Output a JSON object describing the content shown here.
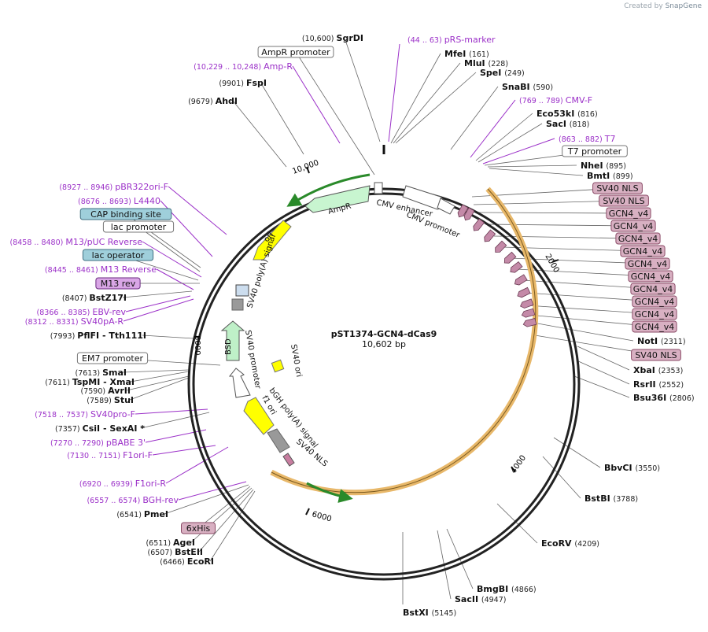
{
  "credit": {
    "prefix": "Created by",
    "brand": "SnapGene"
  },
  "plasmid": {
    "name": "pST1374-GCN4-dCas9",
    "size": "10,602 bp"
  },
  "colors": {
    "primer": "#9b30c8",
    "feature_pink": "#d8b0c2",
    "feature_blue": "#9fcfdb",
    "m13rev": "#d9a6e6",
    "arrow_green": "#bff0c8",
    "ori_yellow": "#ffff00",
    "cds_orange": "#f0c070",
    "gray_box": "#999999"
  },
  "ticks": [
    {
      "label": "10,000"
    },
    {
      "label": "2000"
    },
    {
      "label": "4000"
    },
    {
      "label": "6000"
    },
    {
      "label": "8000"
    }
  ],
  "inner_labels": [
    {
      "text": "AmpR"
    },
    {
      "text": "CMV enhancer"
    },
    {
      "text": "CMV promoter"
    },
    {
      "text": "ori"
    },
    {
      "text": "SV40 poly(A) signal"
    },
    {
      "text": "BSD"
    },
    {
      "text": "SV40 promoter"
    },
    {
      "text": "SV40 ori"
    },
    {
      "text": "f1 ori"
    },
    {
      "text": "bGH poly(A) signal"
    },
    {
      "text": "SV40 NLS"
    }
  ],
  "labels": [
    {
      "kind": "site",
      "name": "SgrDI",
      "pos": "(10,600)"
    },
    {
      "kind": "primer",
      "name": "pRS-marker",
      "pos": "(44 .. 63)"
    },
    {
      "kind": "box",
      "name": "AmpR promoter"
    },
    {
      "kind": "site",
      "name": "MfeI",
      "pos": "(161)"
    },
    {
      "kind": "site",
      "name": "MluI",
      "pos": "(228)"
    },
    {
      "kind": "primer",
      "name": "Amp-R",
      "pos": "(10,229 .. 10,248)"
    },
    {
      "kind": "site",
      "name": "SpeI",
      "pos": "(249)"
    },
    {
      "kind": "site",
      "name": "FspI",
      "pos": "(9901)"
    },
    {
      "kind": "site",
      "name": "SnaBI",
      "pos": "(590)"
    },
    {
      "kind": "site",
      "name": "AhdI",
      "pos": "(9679)"
    },
    {
      "kind": "primer",
      "name": "CMV-F",
      "pos": "(769 .. 789)"
    },
    {
      "kind": "site",
      "name": "Eco53kI",
      "pos": "(816)"
    },
    {
      "kind": "site",
      "name": "SacI",
      "pos": "(818)"
    },
    {
      "kind": "primer",
      "name": "T7",
      "pos": "(863 .. 882)"
    },
    {
      "kind": "box",
      "name": "T7 promoter"
    },
    {
      "kind": "site",
      "name": "NheI",
      "pos": "(895)"
    },
    {
      "kind": "site",
      "name": "BmtI",
      "pos": "(899)"
    },
    {
      "kind": "primer",
      "name": "pBR322ori-F",
      "pos": "(8927 .. 8946)"
    },
    {
      "kind": "pink",
      "name": "SV40 NLS"
    },
    {
      "kind": "primer",
      "name": "L4440",
      "pos": "(8676 .. 8693)"
    },
    {
      "kind": "pink",
      "name": "SV40 NLS"
    },
    {
      "kind": "blue",
      "name": "CAP binding site"
    },
    {
      "kind": "pink",
      "name": "GCN4_v4"
    },
    {
      "kind": "box",
      "name": "lac promoter"
    },
    {
      "kind": "pink",
      "name": "GCN4_v4"
    },
    {
      "kind": "primer",
      "name": "M13/pUC Reverse",
      "pos": "(8458 .. 8480)"
    },
    {
      "kind": "pink",
      "name": "GCN4_v4"
    },
    {
      "kind": "blue",
      "name": "lac operator"
    },
    {
      "kind": "pink",
      "name": "GCN4_v4"
    },
    {
      "kind": "primer",
      "name": "M13 Reverse",
      "pos": "(8445 .. 8461)"
    },
    {
      "kind": "pink",
      "name": "GCN4_v4"
    },
    {
      "kind": "m13",
      "name": "M13 rev"
    },
    {
      "kind": "pink",
      "name": "GCN4_v4"
    },
    {
      "kind": "site",
      "name": "BstZ17I",
      "pos": "(8407)"
    },
    {
      "kind": "pink",
      "name": "GCN4_v4"
    },
    {
      "kind": "primer",
      "name": "EBV-rev",
      "pos": "(8366 .. 8385)"
    },
    {
      "kind": "pink",
      "name": "GCN4_v4"
    },
    {
      "kind": "primer",
      "name": "SV40pA-R",
      "pos": "(8312 .. 8331)"
    },
    {
      "kind": "pink",
      "name": "GCN4_v4"
    },
    {
      "kind": "site",
      "name": "PflFI - Tth111I",
      "pos": "(7993)"
    },
    {
      "kind": "pink",
      "name": "GCN4_v4"
    },
    {
      "kind": "site",
      "name": "NotI",
      "pos": "(2311)"
    },
    {
      "kind": "pink",
      "name": "SV40 NLS"
    },
    {
      "kind": "box",
      "name": "EM7 promoter"
    },
    {
      "kind": "site",
      "name": "XbaI",
      "pos": "(2353)"
    },
    {
      "kind": "site",
      "name": "SmaI",
      "pos": "(7613)"
    },
    {
      "kind": "site",
      "name": "TspMI - XmaI",
      "pos": "(7611)"
    },
    {
      "kind": "site",
      "name": "RsrII",
      "pos": "(2552)"
    },
    {
      "kind": "site",
      "name": "AvrII",
      "pos": "(7590)"
    },
    {
      "kind": "site",
      "name": "Bsu36I",
      "pos": "(2806)"
    },
    {
      "kind": "site",
      "name": "StuI",
      "pos": "(7589)"
    },
    {
      "kind": "primer",
      "name": "SV40pro-F",
      "pos": "(7518 .. 7537)"
    },
    {
      "kind": "site",
      "name": "CsiI - SexAI *",
      "pos": "(7357)"
    },
    {
      "kind": "primer",
      "name": "pBABE 3'",
      "pos": "(7270 .. 7290)"
    },
    {
      "kind": "primer",
      "name": "F1ori-F",
      "pos": "(7130 .. 7151)"
    },
    {
      "kind": "site",
      "name": "BbvCI",
      "pos": "(3550)"
    },
    {
      "kind": "primer",
      "name": "F1ori-R",
      "pos": "(6920 .. 6939)"
    },
    {
      "kind": "site",
      "name": "BstBI",
      "pos": "(3788)"
    },
    {
      "kind": "primer",
      "name": "BGH-rev",
      "pos": "(6557 .. 6574)"
    },
    {
      "kind": "site",
      "name": "PmeI",
      "pos": "(6541)"
    },
    {
      "kind": "pink",
      "name": "6xHis"
    },
    {
      "kind": "site",
      "name": "EcoRV",
      "pos": "(4209)"
    },
    {
      "kind": "site",
      "name": "AgeI",
      "pos": "(6511)"
    },
    {
      "kind": "site",
      "name": "BstEII",
      "pos": "(6507)"
    },
    {
      "kind": "site",
      "name": "EcoRI",
      "pos": "(6466)"
    },
    {
      "kind": "site",
      "name": "BmgBI",
      "pos": "(4866)"
    },
    {
      "kind": "site",
      "name": "SacII",
      "pos": "(4947)"
    },
    {
      "kind": "site",
      "name": "BstXI",
      "pos": "(5145)"
    }
  ]
}
